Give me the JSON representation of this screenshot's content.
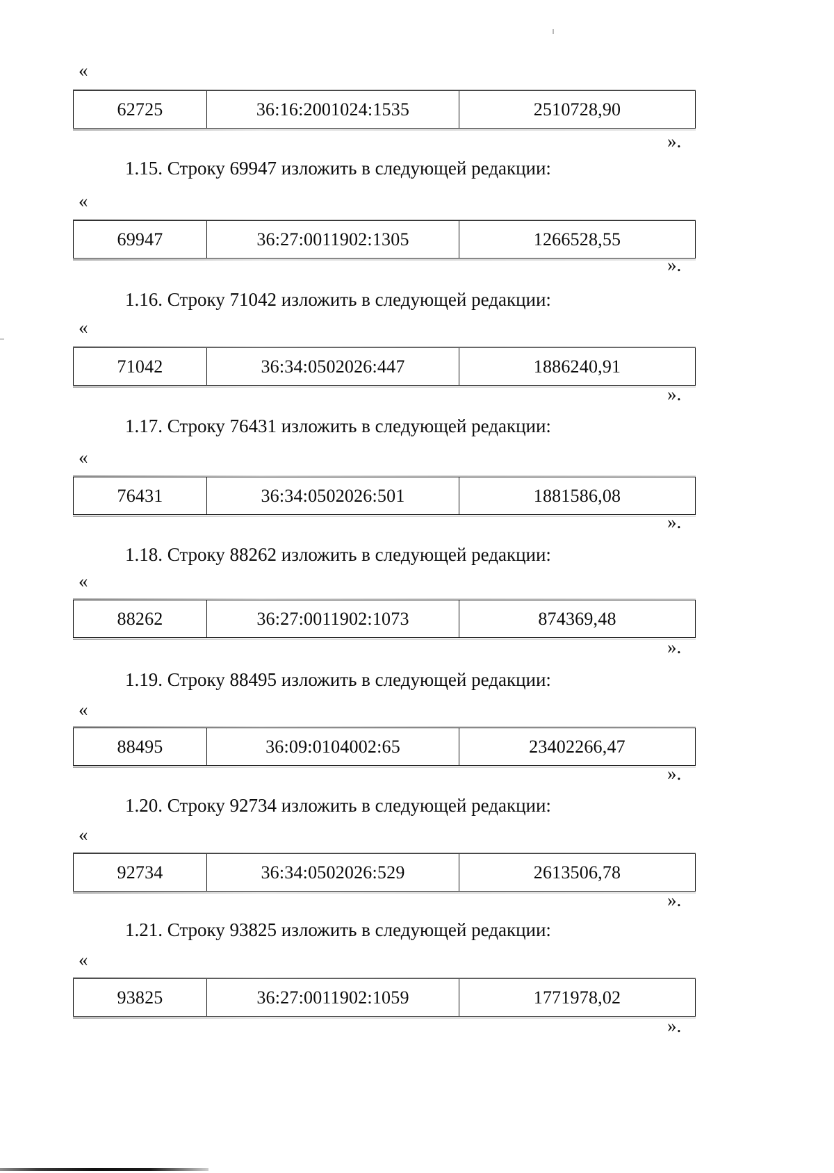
{
  "document": {
    "type": "legal-amendment-page",
    "language": "ru",
    "open_quote": "«",
    "close_quote": "».",
    "table_columns": [
      "row_number",
      "cadastral_number",
      "cadastral_value"
    ]
  },
  "blocks": [
    {
      "heading": null,
      "open_quote": "«",
      "row": {
        "number": "62725",
        "cadastral": "36:16:2001024:1535",
        "value": "2510728,90"
      },
      "close_quote": "»."
    },
    {
      "heading": "1.15. Строку 69947 изложить в следующей редакции:",
      "open_quote": "«",
      "row": {
        "number": "69947",
        "cadastral": "36:27:0011902:1305",
        "value": "1266528,55"
      },
      "close_quote": "»."
    },
    {
      "heading": "1.16. Строку 71042 изложить в следующей редакции:",
      "open_quote": "«",
      "row": {
        "number": "71042",
        "cadastral": "36:34:0502026:447",
        "value": "1886240,91"
      },
      "close_quote": "»."
    },
    {
      "heading": "1.17. Строку 76431 изложить в следующей редакции:",
      "open_quote": "«",
      "row": {
        "number": "76431",
        "cadastral": "36:34:0502026:501",
        "value": "1881586,08"
      },
      "close_quote": "»."
    },
    {
      "heading": "1.18. Строку 88262 изложить в следующей редакции:",
      "open_quote": "«",
      "row": {
        "number": "88262",
        "cadastral": "36:27:0011902:1073",
        "value": "874369,48"
      },
      "close_quote": "»."
    },
    {
      "heading": "1.19. Строку 88495 изложить в следующей редакции:",
      "open_quote": "«",
      "row": {
        "number": "88495",
        "cadastral": "36:09:0104002:65",
        "value": "23402266,47"
      },
      "close_quote": "»."
    },
    {
      "heading": "1.20. Строку 92734 изложить в следующей редакции:",
      "open_quote": "«",
      "row": {
        "number": "92734",
        "cadastral": "36:34:0502026:529",
        "value": "2613506,78"
      },
      "close_quote": "»."
    },
    {
      "heading": "1.21. Строку 93825 изложить в следующей редакции:",
      "open_quote": "«",
      "row": {
        "number": "93825",
        "cadastral": "36:27:0011902:1059",
        "value": "1771978,02"
      },
      "close_quote": "»."
    }
  ]
}
